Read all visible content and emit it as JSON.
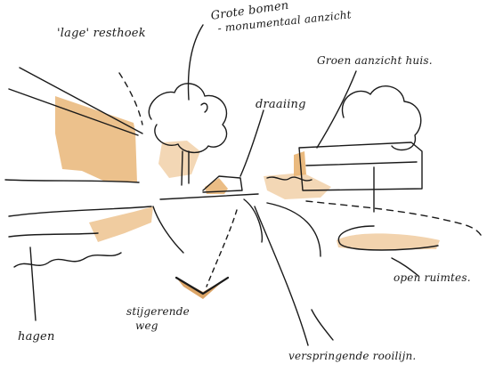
{
  "labels": {
    "lage_resthoek": "'lage' resthoek",
    "grote_bomen_line1": "Grote bomen",
    "grote_bomen_line2": "- monumentaal aanzicht",
    "groen_aanzicht": "Groen aanzicht huis.",
    "draaiing": "draaiing",
    "open_ruimtes": "open ruimtes.",
    "stijgerende_line1": "stijgerende",
    "stijgerende_line2": "weg",
    "hagen": "hagen",
    "verspringende": "verspringende rooilijn."
  },
  "colors": {
    "ink": "#1a1a1a",
    "ochre": "#e9b678",
    "ochre_dark": "#d79a55",
    "ochre_light": "#f2cf9f"
  }
}
